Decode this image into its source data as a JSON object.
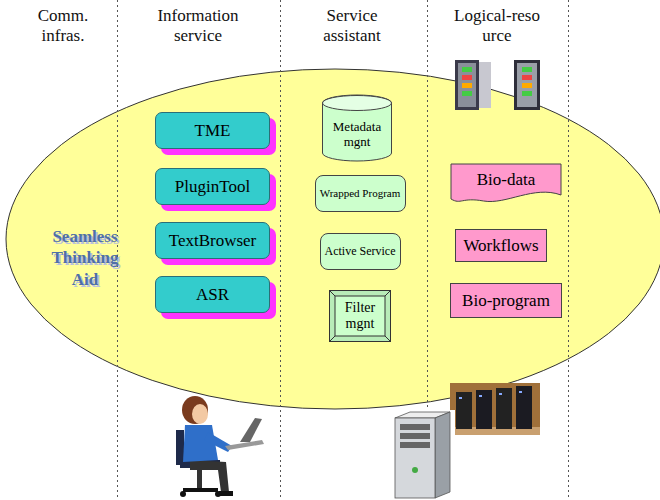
{
  "diagram": {
    "nodes": [
      {
        "text": [
          "Seamless Thinking Aid"
        ]
      },
      {
        "text": [
          "TME"
        ],
        "in": 0
      },
      {
        "text": [
          "PluginTool"
        ],
        "in": 0
      },
      {
        "text": [
          "TextBrowser"
        ],
        "in": 0
      },
      {
        "text": [
          "ASR"
        ],
        "in": 0
      },
      {
        "text": [
          "Metadata mgnt"
        ],
        "in": 0
      },
      {
        "text": [
          "Wrapped Program"
        ],
        "in": 0
      },
      {
        "text": [
          "Active Service"
        ],
        "in": 0
      },
      {
        "text": [
          "Filter mgnt"
        ],
        "in": 0
      },
      {
        "text": [
          "Bio-data"
        ],
        "in": 0
      },
      {
        "text": [
          "Workflows"
        ],
        "in": 0
      },
      {
        "text": [
          "Bio-program"
        ],
        "in": 0
      }
    ],
    "labels": [
      "Comm. infras.",
      "Information service",
      "Service assistant",
      "Logical-reso urce"
    ]
  }
}
